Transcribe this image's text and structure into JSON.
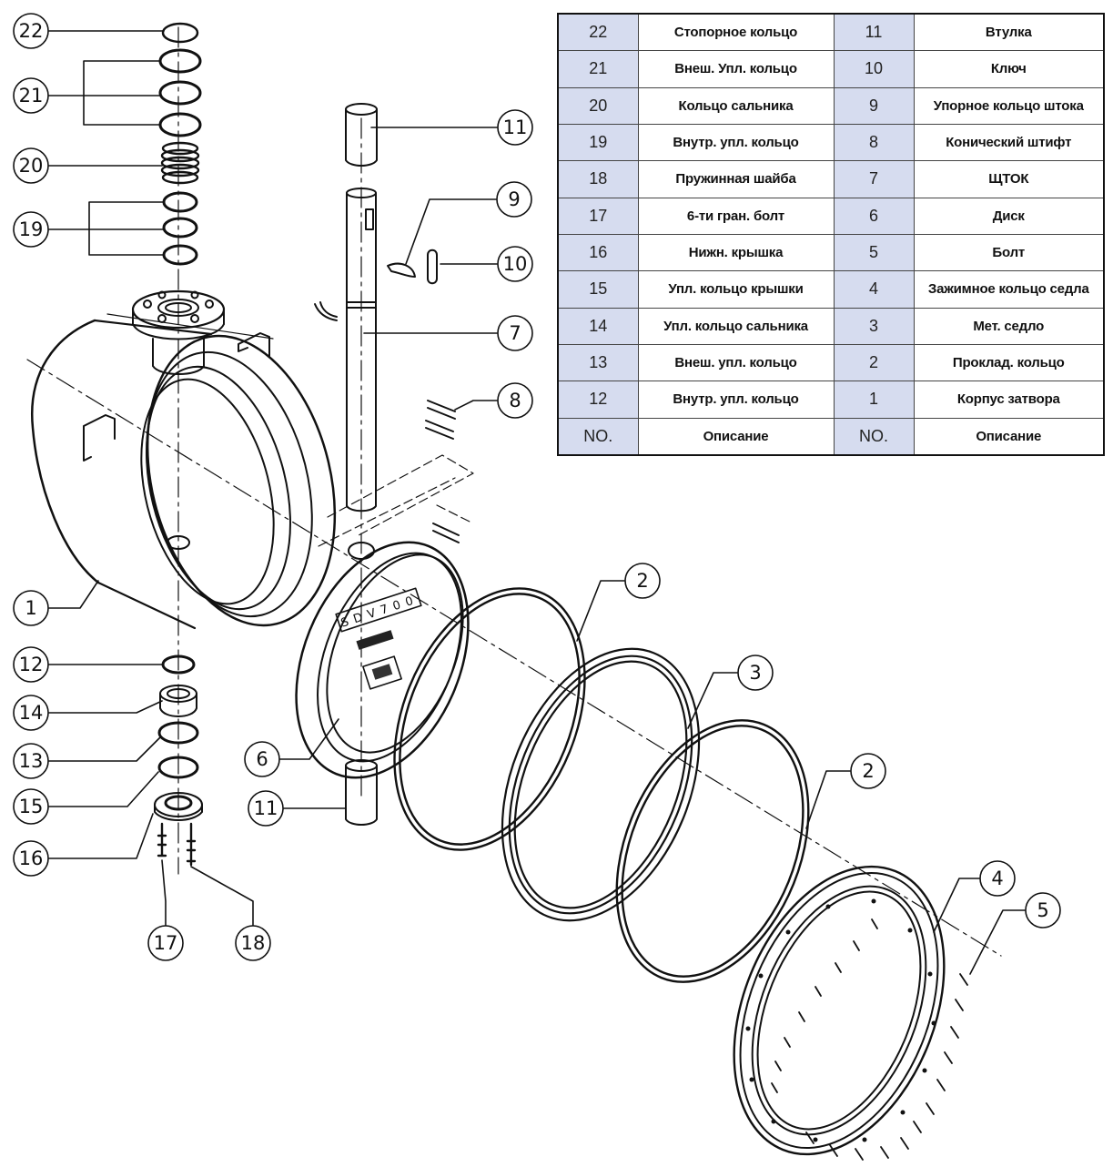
{
  "parts_table": {
    "rows": [
      {
        "no_left": "22",
        "desc_left": "Стопорное кольцо",
        "no_right": "11",
        "desc_right": "Втулка"
      },
      {
        "no_left": "21",
        "desc_left": "Внеш. Упл. кольцо",
        "no_right": "10",
        "desc_right": "Ключ"
      },
      {
        "no_left": "20",
        "desc_left": "Кольцо сальника",
        "no_right": "9",
        "desc_right": "Упорное кольцо штока"
      },
      {
        "no_left": "19",
        "desc_left": "Внутр. упл. кольцо",
        "no_right": "8",
        "desc_right": "Конический штифт"
      },
      {
        "no_left": "18",
        "desc_left": "Пружинная шайба",
        "no_right": "7",
        "desc_right": "ЩТОК"
      },
      {
        "no_left": "17",
        "desc_left": "6-ти гран. болт",
        "no_right": "6",
        "desc_right": "Диск"
      },
      {
        "no_left": "16",
        "desc_left": "Нижн. крышка",
        "no_right": "5",
        "desc_right": "Болт"
      },
      {
        "no_left": "15",
        "desc_left": "Упл. кольцо крышки",
        "no_right": "4",
        "desc_right": "Зажимное кольцо седла"
      },
      {
        "no_left": "14",
        "desc_left": "Упл. кольцо сальника",
        "no_right": "3",
        "desc_right": "Мет. седло"
      },
      {
        "no_left": "13",
        "desc_left": "Внеш. упл. кольцо",
        "no_right": "2",
        "desc_right": "Проклад. кольцо"
      },
      {
        "no_left": "12",
        "desc_left": "Внутр. упл. кольцо",
        "no_right": "1",
        "desc_right": "Корпус затвора"
      }
    ],
    "footer": {
      "no_left": "NO.",
      "desc_left": "Описание",
      "no_right": "NO.",
      "desc_right": "Описание"
    }
  },
  "callouts": {
    "c22": "22",
    "c21": "21",
    "c20": "20",
    "c19": "19",
    "c1": "1",
    "c12": "12",
    "c14": "14",
    "c13": "13",
    "c15": "15",
    "c16": "16",
    "c17": "17",
    "c18": "18",
    "c11_top": "11",
    "c9": "9",
    "c10": "10",
    "c7": "7",
    "c8": "8",
    "c6": "6",
    "c11_bottom": "11",
    "c2_top": "2",
    "c3": "3",
    "c2_bottom": "2",
    "c4": "4",
    "c5": "5"
  },
  "disc_marking": {
    "model": "S D V 7 0 0"
  }
}
